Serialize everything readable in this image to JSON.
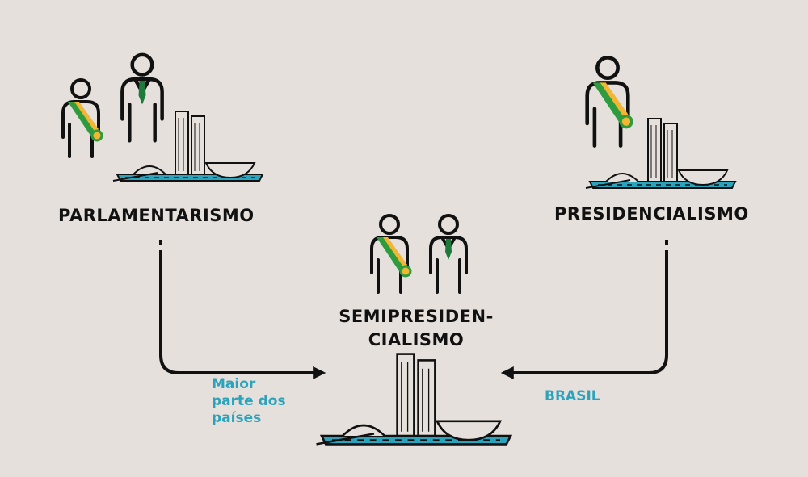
{
  "diagram": {
    "nodes": {
      "parlamentarismo": {
        "label": "PARLAMENTARISMO"
      },
      "presidencialismo": {
        "label": "PRESIDENCIALISMO"
      },
      "semipresidencialismo": {
        "label_line1": "SEMIPRESIDEN-",
        "label_line2": "CIALISMO"
      }
    },
    "edges": {
      "left": {
        "note_line1": "Maior",
        "note_line2": "parte dos",
        "note_line3": "países"
      },
      "right": {
        "note": "BRASIL"
      }
    }
  },
  "colors": {
    "background": "#e5e0db",
    "outline": "#111111",
    "sash_green": "#2e9b3f",
    "sash_yellow": "#f2b632",
    "tie_green": "#1e7a3a",
    "base_teal": "#2aa3bd",
    "note_teal": "#2aa3bd"
  },
  "icons": [
    "president-figure-icon",
    "prime-minister-figure-icon",
    "congress-building-icon",
    "arrow-icon"
  ]
}
